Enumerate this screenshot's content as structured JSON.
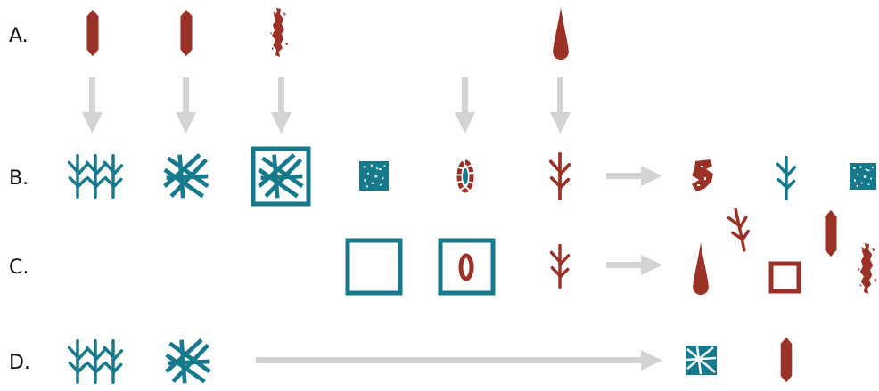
{
  "rows": {
    "a": "A.",
    "b": "B.",
    "c": "C.",
    "d": "D."
  },
  "colors": {
    "red": "#9b3228",
    "teal": "#17798c",
    "arrow": "#d3d3d3",
    "text": "#111111"
  },
  "icons": [
    "red-capsule-icon",
    "red-eroded-capsule-icon",
    "red-teardrop-icon",
    "red-branch-icon",
    "red-oval-ring-icon",
    "red-blob-icon",
    "red-square-outline-icon",
    "teal-triple-branch-icon",
    "teal-crossed-sticks-icon",
    "teal-boxed-crossed-sticks-icon",
    "teal-noisy-square-icon",
    "teal-square-outline-icon",
    "teal-square-with-red-oval-icon",
    "teal-branch-icon",
    "gray-arrow-icon"
  ]
}
